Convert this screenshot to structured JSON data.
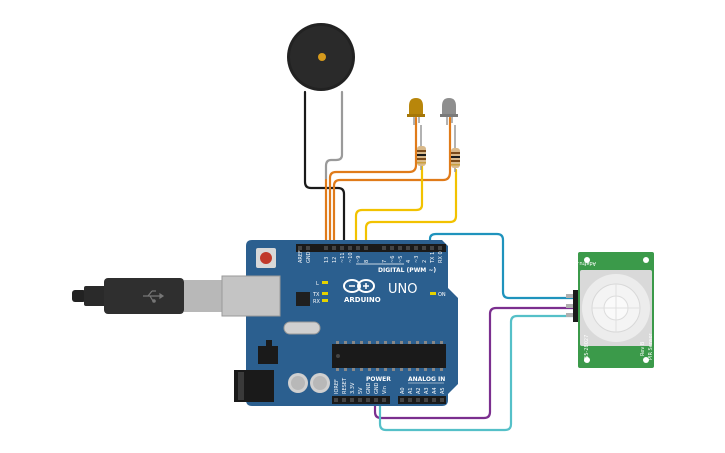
{
  "board": {
    "brand": "ARDUINO",
    "model": "UNO",
    "digital_label": "DIGITAL (PWM ~)",
    "power_label": "POWER",
    "analog_label": "ANALOG IN",
    "on_label": "ON",
    "led_labels": [
      "L",
      "TX",
      "RX"
    ],
    "top_pins": [
      "AREF",
      "GND",
      "13",
      "12",
      "~11",
      "~10",
      "~9",
      "8",
      "7",
      "~6",
      "~5",
      "4",
      "~3",
      "2",
      "TX 1",
      "RX 0"
    ],
    "power_pins": [
      "IOREF",
      "RESET",
      "3.3V",
      "5V",
      "GND",
      "GND",
      "Vin"
    ],
    "analog_pins": [
      "A0",
      "A1",
      "A2",
      "A3",
      "A4",
      "A5"
    ]
  },
  "pir": {
    "title": "PIR Sensor",
    "label_top": "Adafru..t",
    "model": "555-28027",
    "rev": "Rev B"
  },
  "colors": {
    "board": "#2b5f8f",
    "wire_orange": "#e07b1a",
    "wire_yellow": "#f2c200",
    "wire_blue": "#1f93bd",
    "wire_purple": "#7b2f8f",
    "wire_cyan": "#55c0c8",
    "wire_black": "#1a1a1a",
    "wire_gray": "#9a9a9a",
    "pir_board": "#3b9a4a"
  }
}
